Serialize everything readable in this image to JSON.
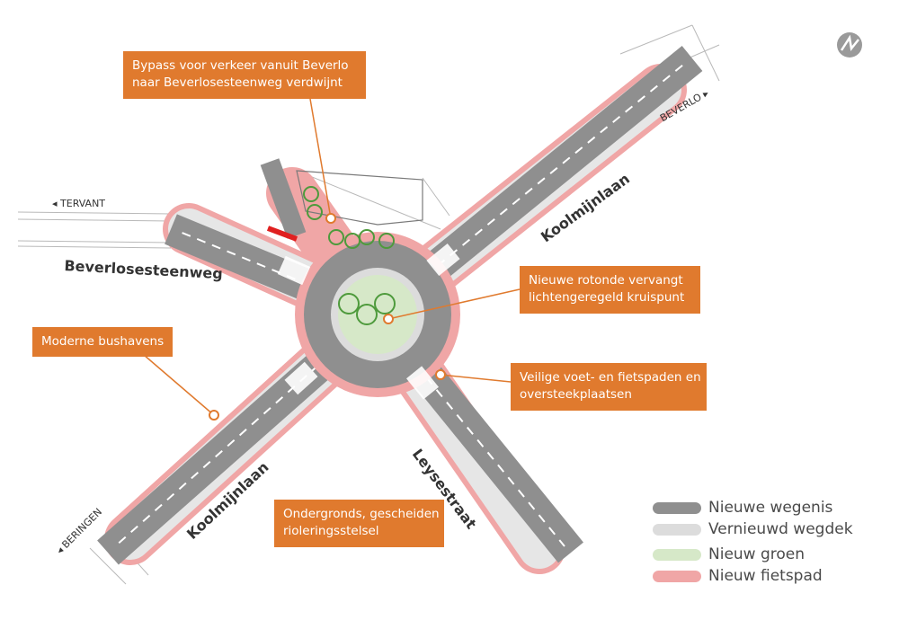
{
  "callouts": {
    "bypass": {
      "line1": "Bypass voor verkeer vanuit Beverlo",
      "line2": "naar Beverlosesteenweg verdwijnt"
    },
    "rotonde": {
      "line1": "Nieuwe rotonde vervangt",
      "line2": "lichtengeregeld kruispunt"
    },
    "bushavens": {
      "line1": "Moderne bushavens"
    },
    "fietspaden": {
      "line1": "Veilige voet- en fietspaden en",
      "line2": "oversteekplaatsen"
    },
    "riolering": {
      "line1": "Ondergronds, gescheiden",
      "line2": "rioleringsstelsel"
    }
  },
  "roads": {
    "beverlosesteenweg": "Beverlosesteenweg",
    "koolmijnlaan_ne": "Koolmijnlaan",
    "koolmijnlaan_sw": "Koolmijnlaan",
    "leysestraat": "Leysestraat"
  },
  "directions": {
    "tervant": "◂ TERVANT",
    "beverlo": "BEVERLO ▸",
    "beringen": "◂ BERINGEN"
  },
  "legend": [
    {
      "label": "Nieuwe wegenis",
      "color": "#8f8f8f"
    },
    {
      "label": "Vernieuwd wegdek",
      "color": "#dcdcdc"
    },
    {
      "label": "Nieuw groen",
      "color": "#d6e8c8"
    },
    {
      "label": "Nieuw fietspad",
      "color": "#f0a6a6"
    }
  ],
  "colors": {
    "callout": "#e07a2e",
    "road": "#8f8f8f",
    "renewed": "#dcdcdc",
    "green": "#d6e8c8",
    "bikepath": "#f0a6a6",
    "tree": "#4e9a3c"
  },
  "logo": {
    "icon": "brand-logo-icon"
  }
}
